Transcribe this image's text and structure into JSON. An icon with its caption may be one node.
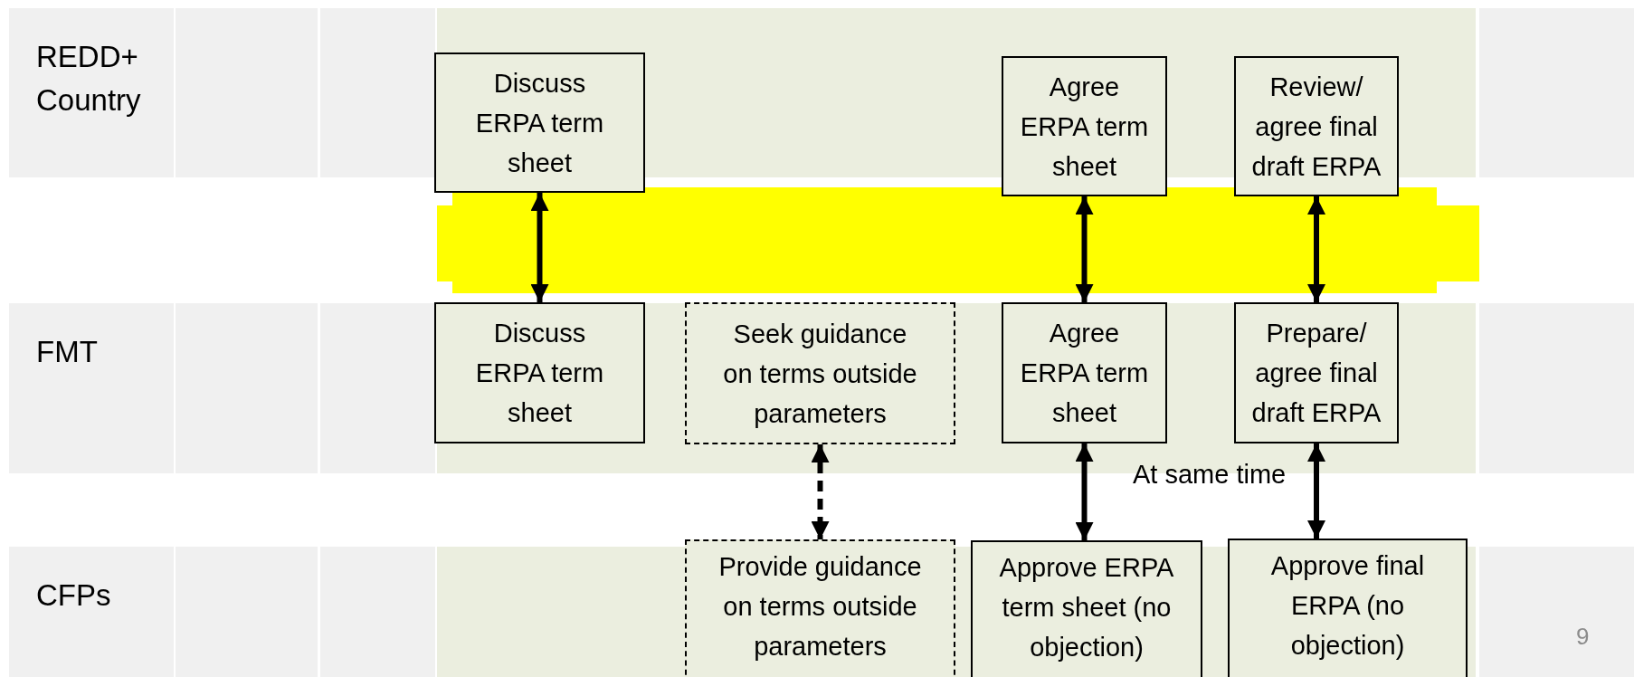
{
  "diagram": {
    "nodes": [
      {
        "text": [
          "REDD+ Country"
        ]
      },
      {
        "text": [
          "Discuss ERPA term sheet"
        ]
      },
      {
        "text": [
          "Agree ERPA term sheet"
        ]
      },
      {
        "text": [
          "Review/ agree final draft ERPA"
        ]
      },
      {
        "text": [
          "FMT"
        ]
      },
      {
        "text": [
          "Discuss ERPA term sheet"
        ]
      },
      {
        "text": [
          "Seek guidance on terms outside parameters"
        ]
      },
      {
        "text": [
          "Agree ERPA term sheet"
        ]
      },
      {
        "text": [
          "Prepare/ agree final draft ERPA"
        ]
      },
      {
        "text": [
          "CFPs"
        ]
      },
      {
        "text": [
          "Provide guidance on terms outside parameters"
        ]
      },
      {
        "text": [
          "Approve ERPA term sheet (no objection)"
        ]
      },
      {
        "text": [
          "Approve final ERPA (no objection)"
        ]
      }
    ],
    "edges": [
      {
        "from": 1,
        "to": 5,
        "arrow": "both"
      },
      {
        "from": 2,
        "to": 7,
        "arrow": "both"
      },
      {
        "from": 3,
        "to": 8,
        "arrow": "both"
      },
      {
        "from": 6,
        "to": 10,
        "arrow": "both",
        "style": "dashed"
      },
      {
        "from": 7,
        "to": 11,
        "arrow": "both"
      },
      {
        "from": 8,
        "to": 12,
        "arrow": "both"
      }
    ],
    "labels": [
      "At same time",
      "9"
    ]
  }
}
